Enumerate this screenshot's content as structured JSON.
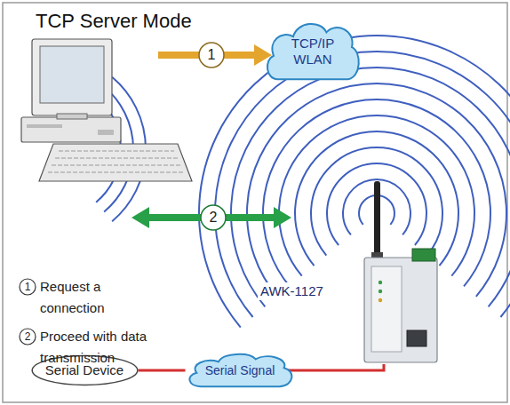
{
  "diagram": {
    "title": "TCP Server Mode",
    "nodes": [
      {
        "text": [
          "TCP/IP WLAN"
        ]
      },
      {
        "text": [
          "Serial Device"
        ]
      },
      {
        "text": [
          "Serial Signal"
        ]
      }
    ],
    "edges": [
      {
        "from": 1,
        "to": 2,
        "arrow": "none"
      }
    ],
    "labels": [
      "1",
      "2",
      "1",
      "Request a connection",
      "2",
      "Proceed with data transmission",
      "AWK-1127"
    ]
  }
}
